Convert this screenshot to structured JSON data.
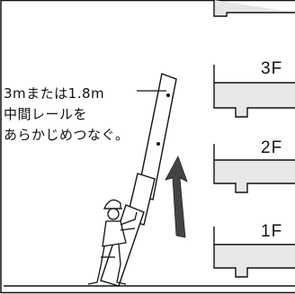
{
  "instruction": {
    "line1": "3mまたは1.8m",
    "line2": "中間レールを",
    "line3": "あらかじめつなぐ。"
  },
  "floors": [
    {
      "label": "3F"
    },
    {
      "label": "2F"
    },
    {
      "label": "1F"
    }
  ]
}
